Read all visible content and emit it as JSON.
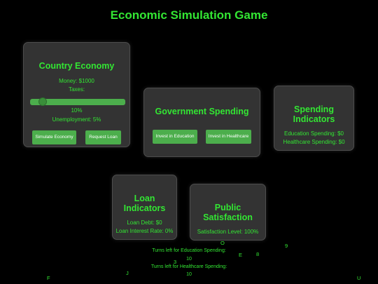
{
  "title": "Economic Simulation Game",
  "country_panel": {
    "heading": "Country Economy",
    "money": "Money: $1000",
    "taxes_label": "Taxes:",
    "taxes_slider": {
      "value": 10,
      "min": 0,
      "max": 100
    },
    "taxes_value": "10%",
    "unemployment": "Unemployment: 5%",
    "simulate_label": "Simulate Economy",
    "loan_label": "Request Loan"
  },
  "government_panel": {
    "heading": "Government Spending",
    "education_label": "Invest in Education",
    "healthcare_label": "Invest in Healthcare"
  },
  "indicators_panel": {
    "heading": "Spending Indicators",
    "education": "Education Spending: $0",
    "healthcare": "Healthcare Spending: $0"
  },
  "loan_panel": {
    "heading": "Loan Indicators",
    "debt": "Loan Debt: $0",
    "rate": "Loan Interest Rate: 0%"
  },
  "satisfaction_panel": {
    "heading": "Public Satisfaction",
    "level": "Satisfaction Level: 100%"
  },
  "turns": {
    "education_label": "Turns left for Education Spending:",
    "education_value": "10",
    "healthcare_label": "Turns left for Healthcare Spending:",
    "healthcare_value": "10"
  },
  "floating_chars": [
    "O",
    "9",
    "E",
    "8",
    "3",
    "J",
    "F",
    "U"
  ],
  "colors": {
    "background": "#000000",
    "panel": "#333333",
    "text_green": "#33e633",
    "button_green": "#4cae4c"
  }
}
